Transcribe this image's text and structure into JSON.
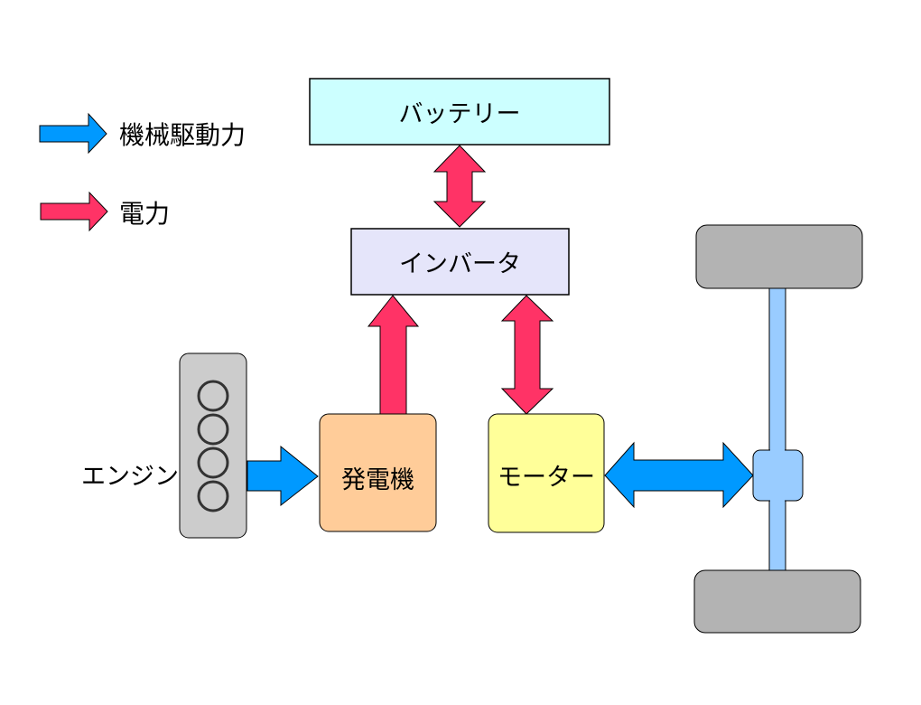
{
  "legend": {
    "items": [
      {
        "label": "機械駆動力",
        "icon": "blue-arrow-icon",
        "color": "#0099ff"
      },
      {
        "label": "電力",
        "icon": "red-arrow-icon",
        "color": "#ff3366"
      }
    ]
  },
  "components": {
    "battery": {
      "label": "バッテリー",
      "color": "#ccffff"
    },
    "inverter": {
      "label": "インバータ",
      "color": "#e5e5fa"
    },
    "engine": {
      "label": "エンジン",
      "color": "#cccccc",
      "cylinders": 4
    },
    "generator": {
      "label": "発電機",
      "color": "#ffcc99"
    },
    "motor": {
      "label": "モーター",
      "color": "#ffff99"
    },
    "axle": {
      "color": "#99ccff"
    },
    "wheels": {
      "color": "#b3b3b3"
    }
  },
  "flows": [
    {
      "from": "battery",
      "to": "inverter",
      "type": "電力",
      "direction": "bidirectional"
    },
    {
      "from": "generator",
      "to": "inverter",
      "type": "電力",
      "direction": "one-way"
    },
    {
      "from": "inverter",
      "to": "motor",
      "type": "電力",
      "direction": "bidirectional"
    },
    {
      "from": "engine",
      "to": "generator",
      "type": "機械駆動力",
      "direction": "one-way"
    },
    {
      "from": "motor",
      "to": "axle",
      "type": "機械駆動力",
      "direction": "bidirectional"
    }
  ]
}
